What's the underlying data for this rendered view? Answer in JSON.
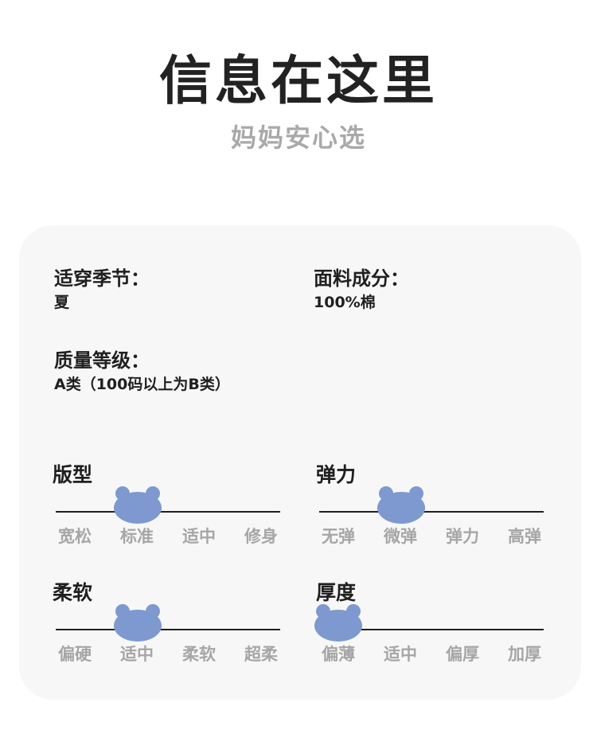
{
  "header": {
    "title": "信息在这里",
    "subtitle": "妈妈安心选"
  },
  "info": {
    "season_label": "适穿季节：",
    "season_value": "夏",
    "fabric_label": "面料成分：",
    "fabric_value": "100%棉",
    "grade_label": "质量等级：",
    "grade_value": "A类（100码以上为B类）"
  },
  "accent_color": "#7d99cf",
  "scales": [
    {
      "title": "版型",
      "options": [
        "宽松",
        "标准",
        "适中",
        "修身"
      ],
      "selected_index": 1
    },
    {
      "title": "弹力",
      "options": [
        "无弹",
        "微弹",
        "弹力",
        "高弹"
      ],
      "selected_index": 1
    },
    {
      "title": "柔软",
      "options": [
        "偏硬",
        "适中",
        "柔软",
        "超柔"
      ],
      "selected_index": 1
    },
    {
      "title": "厚度",
      "options": [
        "偏薄",
        "适中",
        "偏厚",
        "加厚"
      ],
      "selected_index": 0
    }
  ]
}
